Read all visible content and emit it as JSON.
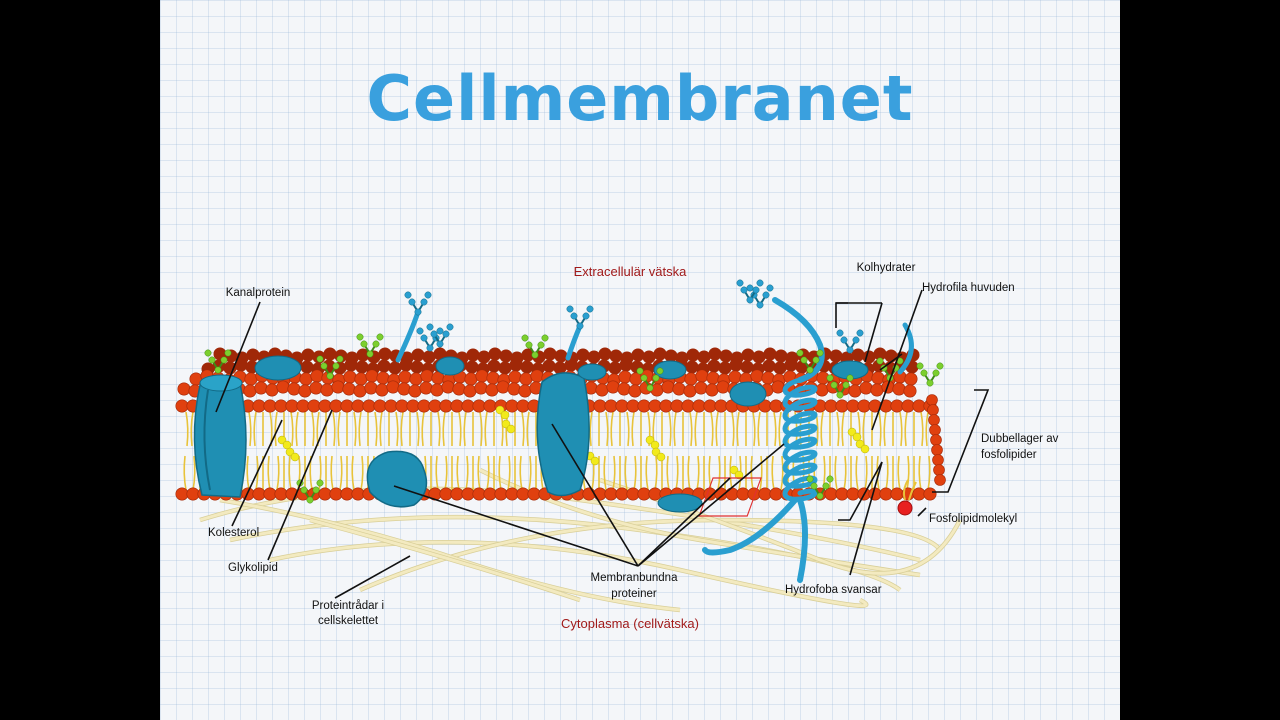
{
  "title": "Cellmembranet",
  "regions": {
    "extracellular": "Extracellulär vätska",
    "cytoplasm": "Cytoplasma (cellvätska)"
  },
  "labels": {
    "kanalprotein": "Kanalprotein",
    "kolesterol": "Kolesterol",
    "glykolipid": "Glykolipid",
    "proteintradar_1": "Proteintrådar i",
    "proteintradar_2": "cellskelettet",
    "membranbundna_1": "Membranbundna",
    "membranbundna_2": "proteiner",
    "kolhydrater": "Kolhydrater",
    "hydrofila": "Hydrofila huvuden",
    "dubbellager_1": "Dubbellager av",
    "dubbellager_2": "fosfolipider",
    "fosfolipidmolekyl": "Fosfolipidmolekyl",
    "hydrofoba": "Hydrofoba svansar"
  },
  "colors": {
    "title": "#3aa0de",
    "head": "#e0400f",
    "head_dark": "#a02808",
    "tail": "#e8c33a",
    "protein": "#1f8fb3",
    "protein_dark": "#126a86",
    "cholesterol": "#f2ea1a",
    "glyco": "#7ccf2e",
    "filament": "#f3eac0"
  }
}
